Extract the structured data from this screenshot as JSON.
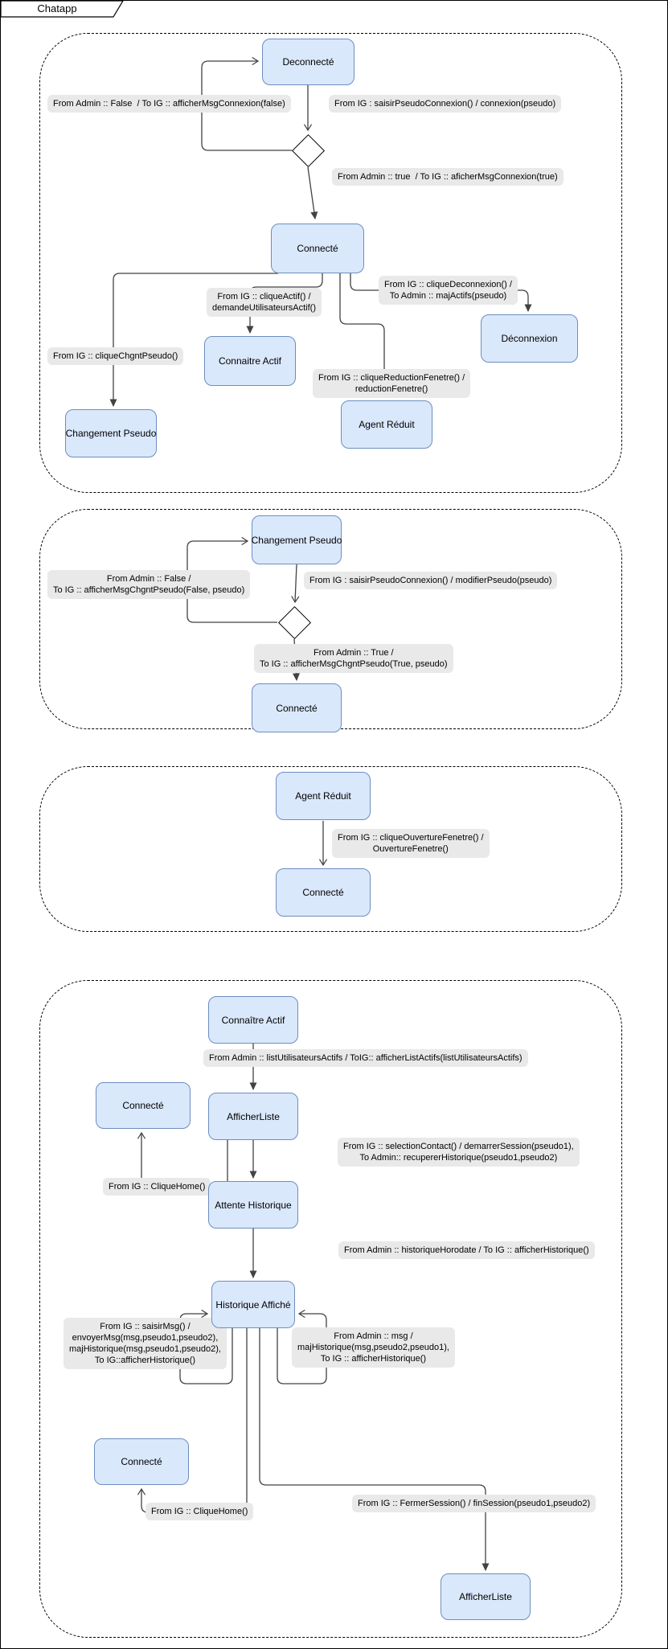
{
  "frame": {
    "title": "Chatapp"
  },
  "colors": {
    "state_fill": "#dae8fc",
    "state_border": "#6c8ebf",
    "label_bg": "#e9e9e9",
    "edge": "#424242",
    "container_border": "#000000"
  },
  "states": [
    {
      "label": "Deconnecté"
    },
    {
      "label": "Connecté"
    },
    {
      "label": "Connaitre Actif"
    },
    {
      "label": "Déconnexion"
    },
    {
      "label": "Agent Réduit"
    },
    {
      "label": "Changement Pseudo"
    },
    {
      "label": "Changement Pseudo"
    },
    {
      "label": "Connecté"
    },
    {
      "label": "Agent Réduit"
    },
    {
      "label": "Connecté"
    },
    {
      "label": "Connaître Actif"
    },
    {
      "label": "Connecté"
    },
    {
      "label": "AfficherListe"
    },
    {
      "label": "Attente Historique"
    },
    {
      "label": "Historique Affiché"
    },
    {
      "label": "Connecté"
    },
    {
      "label": "AfficherListe"
    }
  ],
  "labels": [
    {
      "text": "From Admin :: False  / To IG :: afficherMsgConnexion(false)"
    },
    {
      "text": "From IG : saisirPseudoConnexion() / connexion(pseudo)"
    },
    {
      "text": "From Admin :: true  / To IG :: aficherMsgConnexion(true)"
    },
    {
      "text": "From IG :: cliqueActif() /\ndemandeUtilisateursActif()"
    },
    {
      "text": "From IG :: cliqueDeconnexion() /\nTo Admin :: majActifs(pseudo)"
    },
    {
      "text": "From IG :: cliqueChgntPseudo()"
    },
    {
      "text": "From IG :: cliqueReductionFenetre() /\nreductionFenetre()"
    },
    {
      "text": "From Admin :: False /\nTo IG :: afficherMsgChgntPseudo(False, pseudo)"
    },
    {
      "text": "From IG : saisirPseudoConnexion() / modifierPseudo(pseudo)"
    },
    {
      "text": "From Admin :: True /\nTo IG :: afficherMsgChgntPseudo(True, pseudo)"
    },
    {
      "text": "From IG :: cliqueOuvertureFenetre() /\nOuvertureFenetre()"
    },
    {
      "text": "From Admin :: listUtilisateursActifs / ToIG:: afficherListActifs(listUtilisateursActifs)"
    },
    {
      "text": "From IG :: selectionContact() / demarrerSession(pseudo1),\nTo Admin:: recupererHistorique(pseudo1,pseudo2)"
    },
    {
      "text": "From IG :: CliqueHome()"
    },
    {
      "text": "From Admin :: historiqueHorodate / To IG :: afficherHistorique()"
    },
    {
      "text": "From IG :: saisirMsg() /\nenvoyerMsg(msg,pseudo1,pseudo2),\nmajHistorique(msg,pseudo1,pseudo2),\nTo IG::afficherHistorique()"
    },
    {
      "text": "From Admin :: msg /\nmajHistorique(msg,pseudo2,pseudo1),\nTo IG :: afficherHistorique()"
    },
    {
      "text": "From IG :: CliqueHome()"
    },
    {
      "text": "From IG :: FermerSession() / finSession(pseudo1,pseudo2)"
    }
  ]
}
